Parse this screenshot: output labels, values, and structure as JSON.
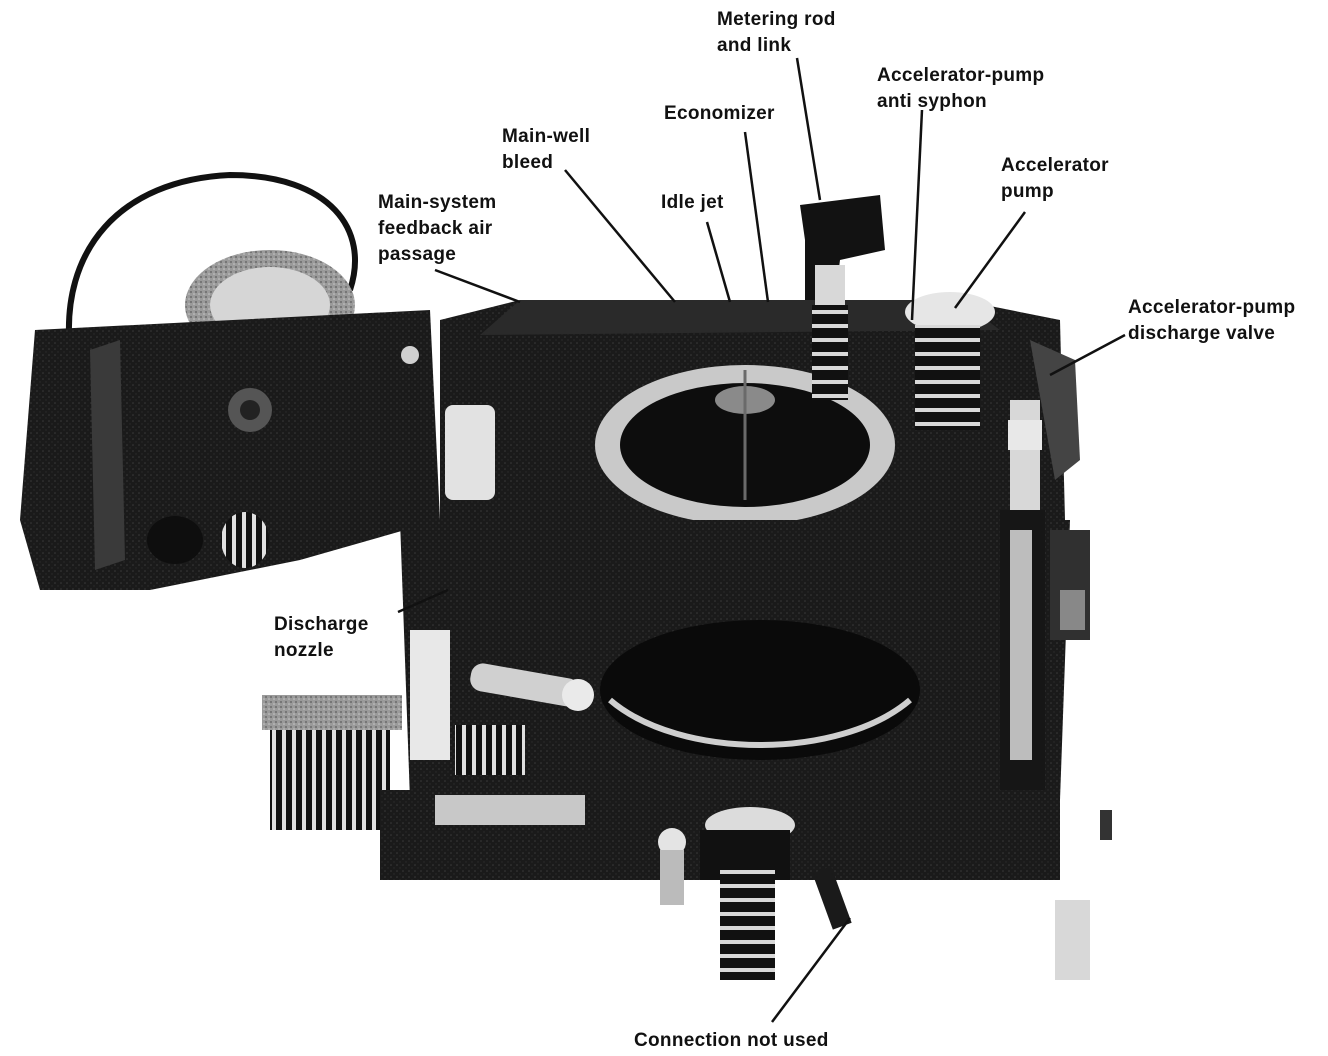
{
  "figure": {
    "labels": {
      "metering_rod": [
        "Metering rod",
        "and link"
      ],
      "accel_pump_anti_syphon": [
        "Accelerator-pump",
        "anti syphon"
      ],
      "economizer": [
        "Economizer"
      ],
      "main_well_bleed": [
        "Main-well",
        "bleed"
      ],
      "accelerator_pump": [
        "Accelerator",
        "pump"
      ],
      "idle_jet": [
        "Idle jet"
      ],
      "main_system_feedback": [
        "Main-system",
        "feedback air",
        "passage"
      ],
      "accel_pump_discharge_valve": [
        "Accelerator-pump",
        "discharge valve"
      ],
      "discharge_nozzle": [
        "Discharge",
        "nozzle"
      ],
      "connection_not_used": [
        "Connection not used"
      ]
    }
  }
}
